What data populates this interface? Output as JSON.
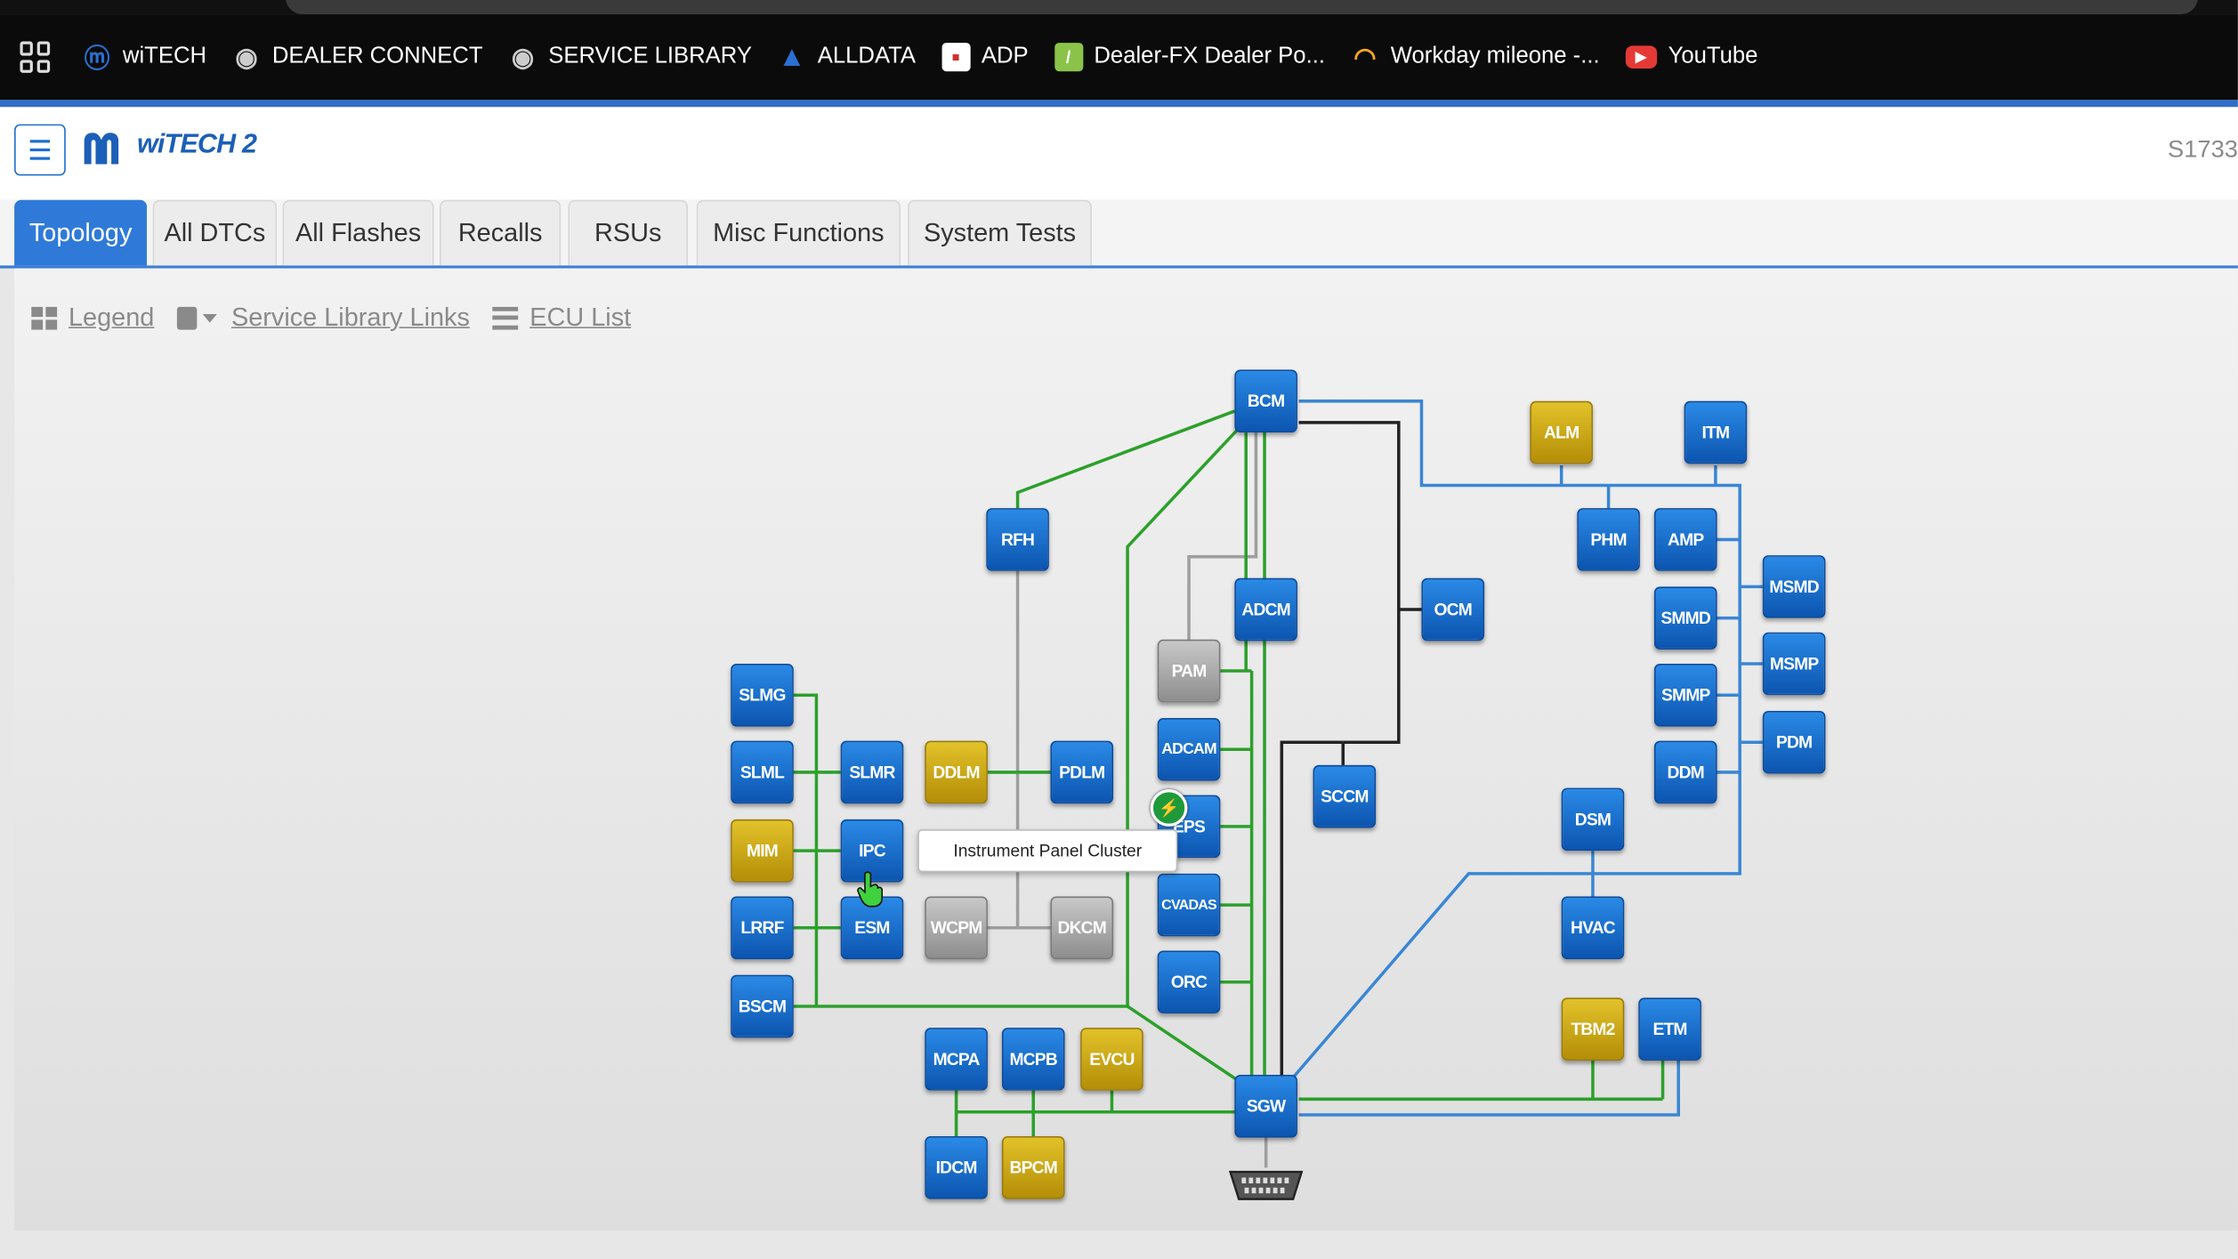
{
  "bookmarks": [
    {
      "label": "wiTECH",
      "icon": "mopar-icon",
      "color": "#2b6fd1"
    },
    {
      "label": "DEALER CONNECT",
      "icon": "globe-icon",
      "color": "#cccccc"
    },
    {
      "label": "SERVICE LIBRARY",
      "icon": "globe-icon",
      "color": "#cccccc"
    },
    {
      "label": "ALLDATA",
      "icon": "alldata-icon",
      "color": "#2b6fd1"
    },
    {
      "label": "ADP",
      "icon": "adp-icon",
      "color": "#d32f2f"
    },
    {
      "label": "Dealer-FX Dealer Po...",
      "icon": "dealerfx-icon",
      "color": "#8bc34a"
    },
    {
      "label": "Workday mileone -...",
      "icon": "workday-icon",
      "color": "#f5a623"
    },
    {
      "label": "YouTube",
      "icon": "youtube-icon",
      "color": "#e53935"
    }
  ],
  "header": {
    "logo_text": "wiTECH 2",
    "vin": "S1733"
  },
  "tabs": [
    {
      "label": "Topology",
      "active": true
    },
    {
      "label": "All DTCs"
    },
    {
      "label": "All Flashes"
    },
    {
      "label": "Recalls"
    },
    {
      "label": "RSUs"
    },
    {
      "label": "Misc Functions"
    },
    {
      "label": "System Tests"
    }
  ],
  "links": {
    "legend": "Legend",
    "service_library": "Service Library Links",
    "ecu_list": "ECU List"
  },
  "modules": [
    {
      "id": "BCM",
      "status": "blue"
    },
    {
      "id": "ALM",
      "status": "yellow"
    },
    {
      "id": "ITM",
      "status": "blue"
    },
    {
      "id": "RFH",
      "status": "blue"
    },
    {
      "id": "PHM",
      "status": "blue"
    },
    {
      "id": "AMP",
      "status": "blue"
    },
    {
      "id": "MSMD",
      "status": "blue"
    },
    {
      "id": "SMMD",
      "status": "blue"
    },
    {
      "id": "MSMP",
      "status": "blue"
    },
    {
      "id": "SMMP",
      "status": "blue"
    },
    {
      "id": "PDM",
      "status": "blue"
    },
    {
      "id": "DDM",
      "status": "blue"
    },
    {
      "id": "ADCM",
      "status": "blue"
    },
    {
      "id": "OCM",
      "status": "blue"
    },
    {
      "id": "PAM",
      "status": "gray"
    },
    {
      "id": "SLMG",
      "status": "blue"
    },
    {
      "id": "SLML",
      "status": "blue"
    },
    {
      "id": "SLMR",
      "status": "blue"
    },
    {
      "id": "DDLM",
      "status": "yellow"
    },
    {
      "id": "PDLM",
      "status": "blue"
    },
    {
      "id": "ADCAM",
      "status": "blue"
    },
    {
      "id": "SCCM",
      "status": "blue"
    },
    {
      "id": "DSM",
      "status": "blue"
    },
    {
      "id": "EPS",
      "status": "blue"
    },
    {
      "id": "MIM",
      "status": "yellow"
    },
    {
      "id": "IPC",
      "status": "blue"
    },
    {
      "id": "CVADAS",
      "status": "blue"
    },
    {
      "id": "LRRF",
      "status": "blue"
    },
    {
      "id": "ESM",
      "status": "blue"
    },
    {
      "id": "WCPM",
      "status": "gray"
    },
    {
      "id": "DKCM",
      "status": "gray"
    },
    {
      "id": "HVAC",
      "status": "blue"
    },
    {
      "id": "ORC",
      "status": "blue"
    },
    {
      "id": "BSCM",
      "status": "blue"
    },
    {
      "id": "TBM2",
      "status": "yellow"
    },
    {
      "id": "ETM",
      "status": "blue"
    },
    {
      "id": "MCPA",
      "status": "blue"
    },
    {
      "id": "MCPB",
      "status": "blue"
    },
    {
      "id": "EVCU",
      "status": "yellow"
    },
    {
      "id": "SGW",
      "status": "blue"
    },
    {
      "id": "IDCM",
      "status": "blue"
    },
    {
      "id": "BPCM",
      "status": "yellow"
    }
  ],
  "tooltip": {
    "text": "Instrument Panel Cluster"
  },
  "colors": {
    "accent": "#2f7ad8",
    "bus_green": "#2ca02c",
    "bus_blue": "#3a86d4",
    "bus_black": "#222222",
    "bus_gray": "#9e9e9e"
  }
}
